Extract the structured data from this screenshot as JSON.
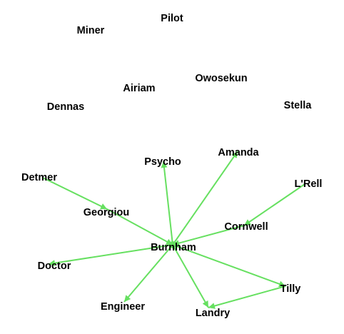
{
  "graph": {
    "edge_color": "#66e060",
    "nodes": [
      {
        "id": "pilot",
        "label": "Pilot"
      },
      {
        "id": "miner",
        "label": "Miner"
      },
      {
        "id": "owosekun",
        "label": "Owosekun"
      },
      {
        "id": "airiam",
        "label": "Airiam"
      },
      {
        "id": "dennas",
        "label": "Dennas"
      },
      {
        "id": "stella",
        "label": "Stella"
      },
      {
        "id": "amanda",
        "label": "Amanda"
      },
      {
        "id": "psycho",
        "label": "Psycho"
      },
      {
        "id": "detmer",
        "label": "Detmer"
      },
      {
        "id": "lrell",
        "label": "L'Rell"
      },
      {
        "id": "georgiou",
        "label": "Georgiou"
      },
      {
        "id": "cornwell",
        "label": "Cornwell"
      },
      {
        "id": "burnham",
        "label": "Burnham"
      },
      {
        "id": "doctor",
        "label": "Doctor"
      },
      {
        "id": "tilly",
        "label": "Tilly"
      },
      {
        "id": "engineer",
        "label": "Engineer"
      },
      {
        "id": "landry",
        "label": "Landry"
      }
    ],
    "edges": [
      {
        "from": "burnham",
        "to": "psycho"
      },
      {
        "from": "burnham",
        "to": "amanda"
      },
      {
        "from": "burnham",
        "to": "doctor"
      },
      {
        "from": "burnham",
        "to": "engineer"
      },
      {
        "from": "burnham",
        "to": "landry"
      },
      {
        "from": "burnham",
        "to": "tilly"
      },
      {
        "from": "tilly",
        "to": "landry"
      },
      {
        "from": "cornwell",
        "to": "burnham"
      },
      {
        "from": "lrell",
        "to": "cornwell"
      },
      {
        "from": "georgiou",
        "to": "burnham"
      },
      {
        "from": "detmer",
        "to": "georgiou"
      }
    ]
  }
}
